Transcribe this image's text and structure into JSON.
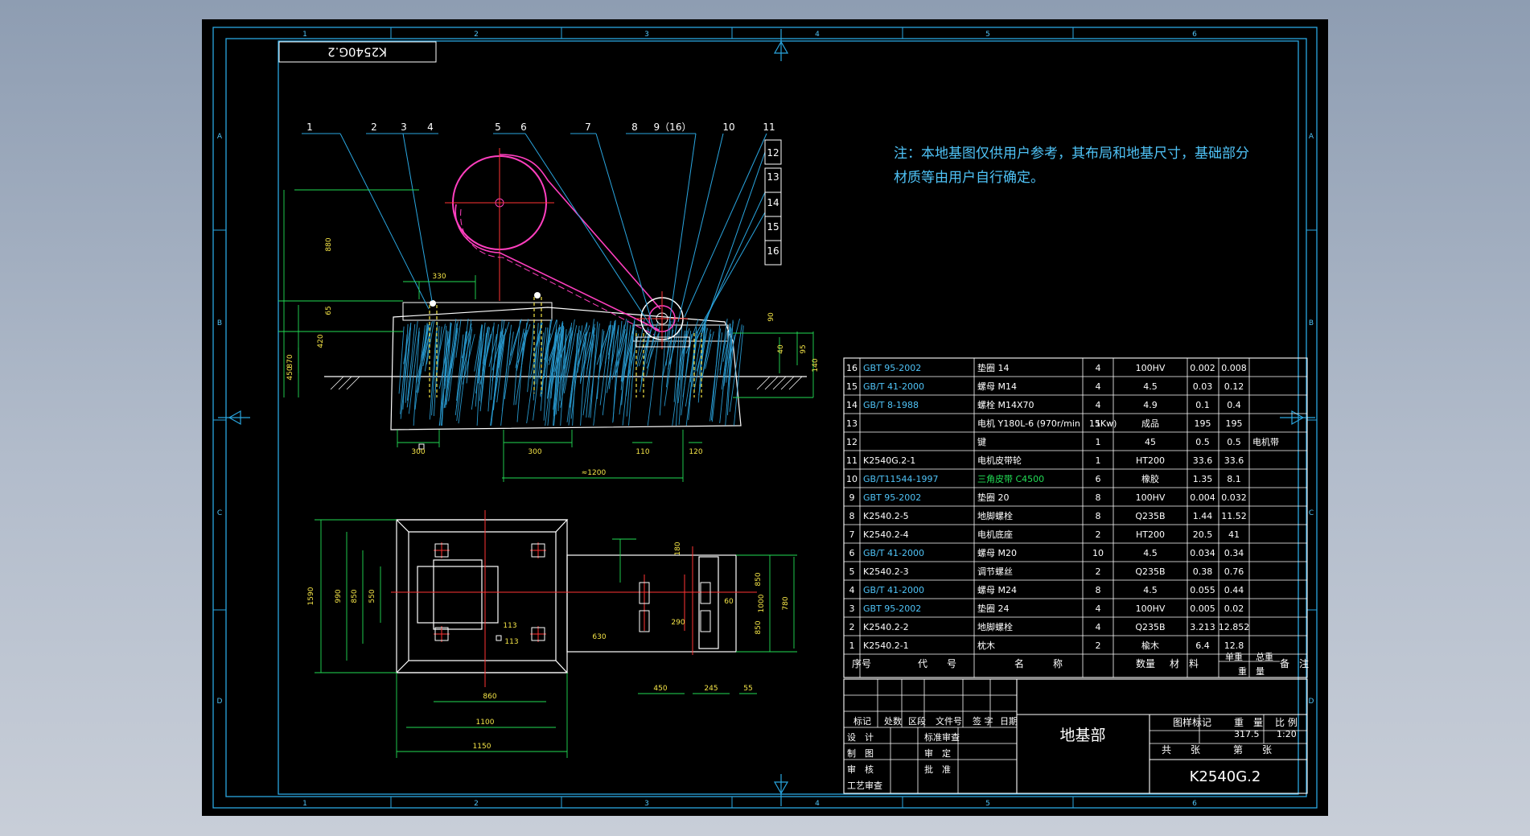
{
  "drawing": {
    "code_box": "K2540G.2",
    "note_line1": "注：本地基图仅供用户参考，其布局和地基尺寸，基础部分",
    "note_line2": "材质等由用户自行确定。",
    "zone_columns": [
      "1",
      "2",
      "3",
      "4",
      "5",
      "6"
    ],
    "zone_rows": [
      "A",
      "B",
      "C",
      "D"
    ]
  },
  "leaders": {
    "top": [
      "1",
      "2",
      "3",
      "4",
      "5",
      "6",
      "7",
      "8",
      "9（16）",
      "10",
      "11"
    ],
    "side": [
      "12",
      "13",
      "14",
      "15",
      "16"
    ]
  },
  "elevation_dims": {
    "vertical": [
      "880",
      "420",
      "870",
      "450",
      "65",
      "90",
      "40",
      "140",
      "95"
    ],
    "horizontal": [
      "330",
      "300",
      "300",
      "110",
      "120",
      "≈1200"
    ]
  },
  "plan_dims": {
    "left": [
      "1590",
      "990",
      "850",
      "550"
    ],
    "right": [
      "180",
      "1000",
      "780",
      "850",
      "850"
    ],
    "bottom": [
      "860",
      "1100",
      "1150",
      "450",
      "245",
      "55"
    ],
    "misc": [
      "113",
      "290",
      "630",
      "113",
      "60"
    ]
  },
  "colors": {
    "text": "#ffffff",
    "cyan": "#4fc3f7",
    "green": "#22dd55",
    "yellow": "#f5e547",
    "magenta": "#ff3fbf",
    "red": "#ff3333",
    "frame": "#2aa6e0"
  },
  "bom": {
    "header": {
      "no": "序号",
      "code": "代　　号",
      "name": "名　　　称",
      "qty": "数量",
      "material": "材　料",
      "unit_weight": "单重",
      "total_weight": "总重",
      "weight": "重　量",
      "remark": "备　注"
    },
    "rows": [
      {
        "no": "16",
        "code": "GBT 95-2002",
        "name": "垫圈 14",
        "qty": "4",
        "material": "100HV",
        "unit": "0.002",
        "total": "0.008",
        "remark": ""
      },
      {
        "no": "15",
        "code": "GB/T 41-2000",
        "name": "螺母 M14",
        "qty": "4",
        "material": "4.5",
        "unit": "0.03",
        "total": "0.12",
        "remark": ""
      },
      {
        "no": "14",
        "code": "GB/T 8-1988",
        "name": "螺栓 M14X70",
        "qty": "4",
        "material": "4.9",
        "unit": "0.1",
        "total": "0.4",
        "remark": ""
      },
      {
        "no": "13",
        "code": "",
        "name": "电机 Y180L-6 (970r/min　15Kw)",
        "qty": "1",
        "material": "成品",
        "unit": "195",
        "total": "195",
        "remark": ""
      },
      {
        "no": "12",
        "code": "",
        "name": "键",
        "qty": "1",
        "material": "45",
        "unit": "0.5",
        "total": "0.5",
        "remark": "电机带"
      },
      {
        "no": "11",
        "code": "K2540G.2-1",
        "name": "电机皮带轮",
        "qty": "1",
        "material": "HT200",
        "unit": "33.6",
        "total": "33.6",
        "remark": ""
      },
      {
        "no": "10",
        "code": "GB/T11544-1997",
        "name": "三角皮带 C4500",
        "qty": "6",
        "material": "橡胶",
        "unit": "1.35",
        "total": "8.1",
        "remark": ""
      },
      {
        "no": "9",
        "code": "GBT 95-2002",
        "name": "垫圈 20",
        "qty": "8",
        "material": "100HV",
        "unit": "0.004",
        "total": "0.032",
        "remark": ""
      },
      {
        "no": "8",
        "code": "K2540.2-5",
        "name": "地脚螺栓",
        "qty": "8",
        "material": "Q235B",
        "unit": "1.44",
        "total": "11.52",
        "remark": ""
      },
      {
        "no": "7",
        "code": "K2540.2-4",
        "name": "电机底座",
        "qty": "2",
        "material": "HT200",
        "unit": "20.5",
        "total": "41",
        "remark": ""
      },
      {
        "no": "6",
        "code": "GB/T 41-2000",
        "name": "螺母 M20",
        "qty": "10",
        "material": "4.5",
        "unit": "0.034",
        "total": "0.34",
        "remark": ""
      },
      {
        "no": "5",
        "code": "K2540.2-3",
        "name": "调节螺丝",
        "qty": "2",
        "material": "Q235B",
        "unit": "0.38",
        "total": "0.76",
        "remark": ""
      },
      {
        "no": "4",
        "code": "GB/T 41-2000",
        "name": "螺母 M24",
        "qty": "8",
        "material": "4.5",
        "unit": "0.055",
        "total": "0.44",
        "remark": ""
      },
      {
        "no": "3",
        "code": "GBT 95-2002",
        "name": "垫圈 24",
        "qty": "4",
        "material": "100HV",
        "unit": "0.005",
        "total": "0.02",
        "remark": ""
      },
      {
        "no": "2",
        "code": "K2540.2-2",
        "name": "地脚螺栓",
        "qty": "4",
        "material": "Q235B",
        "unit": "3.213",
        "total": "12.852",
        "remark": ""
      },
      {
        "no": "1",
        "code": "K2540.2-1",
        "name": "枕木",
        "qty": "2",
        "material": "楡木",
        "unit": "6.4",
        "total": "12.8",
        "remark": ""
      }
    ]
  },
  "title_block": {
    "rev_headers": [
      "标记",
      "处数",
      "区段",
      "文件号",
      "签 字",
      "日期"
    ],
    "sign_left": [
      "设　计",
      "制　图",
      "审　核",
      "工艺审查"
    ],
    "sign_mid": [
      "标准审查",
      "审　定",
      "批　准"
    ],
    "part_name": "地基部",
    "stage_label": "图样标记",
    "weight_label": "重　量",
    "scale_label": "比 例",
    "weight_value": "317.5",
    "scale_value": "1:20",
    "sheets_total": "共　　张",
    "sheet_no": "第　　张",
    "drawing_no": "K2540G.2"
  }
}
